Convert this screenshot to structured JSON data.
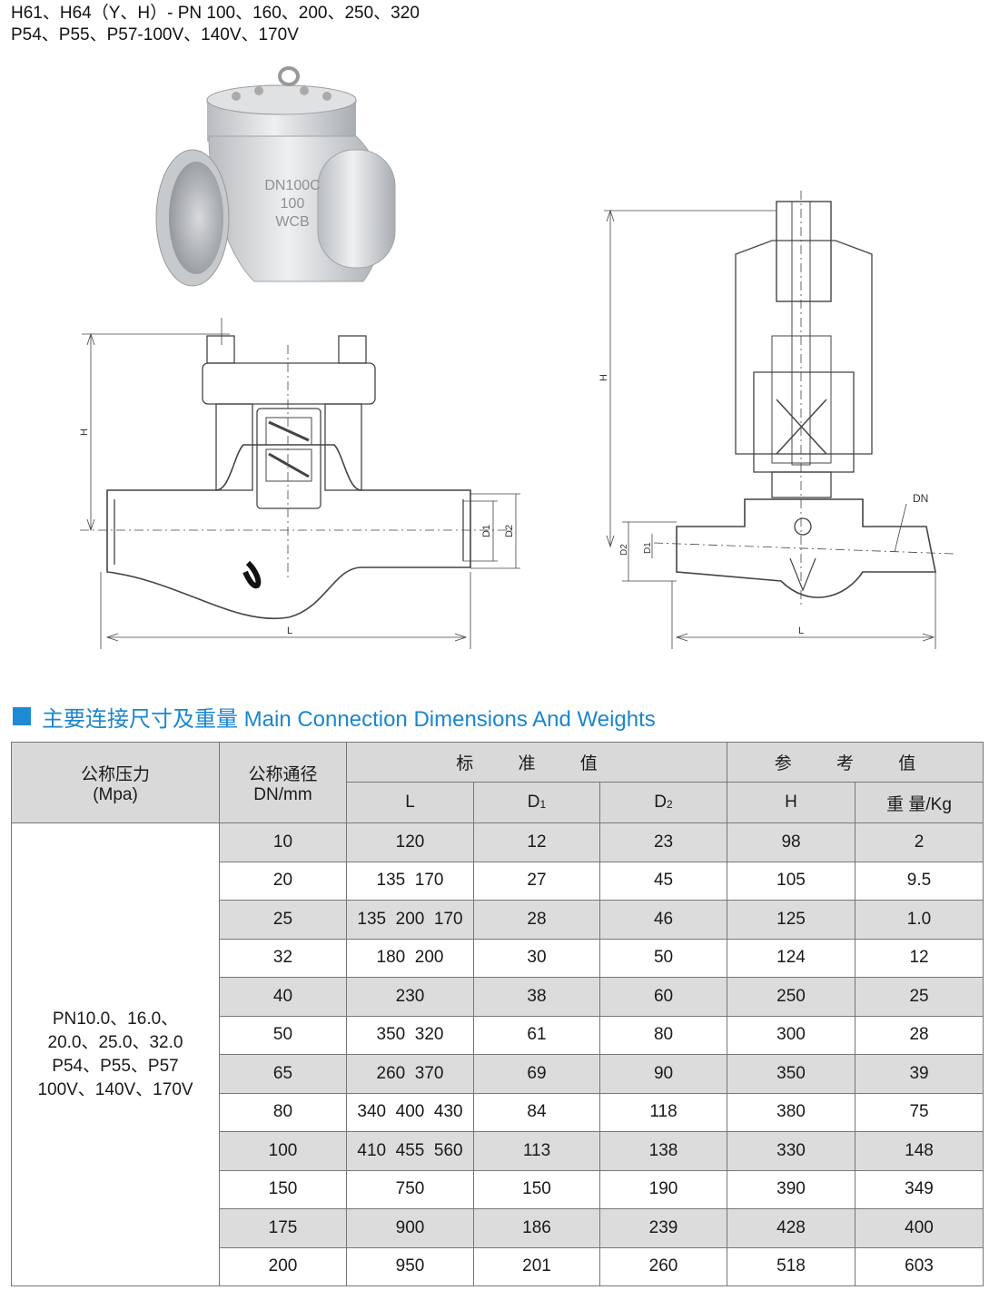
{
  "header": {
    "line1": "H61、H64（Y、H）- PN 100、160、200、250、320",
    "line2": "P54、P55、P57-100V、140V、170V"
  },
  "photo": {
    "casting": {
      "line1": "DN100C",
      "line2": "100",
      "line3": "WCB"
    }
  },
  "drawings": {
    "left": {
      "h": "H",
      "d1": "D1",
      "d2": "D2",
      "l": "L"
    },
    "right": {
      "h": "H",
      "dn": "DN",
      "d1": "D1",
      "d2": "D2",
      "l": "L"
    }
  },
  "section": {
    "title": "主要连接尺寸及重量 Main Connection Dimensions And Weights",
    "accent": "#1e8ad6"
  },
  "table": {
    "col_pressure": "公称压力",
    "col_pressure_unit": "(Mpa)",
    "col_dn": "公称通径",
    "col_dn_unit": "DN/mm",
    "group_standard": "标 准 值",
    "group_reference": "参 考 值",
    "col_l": "L",
    "col_d1": "D",
    "col_d1_sub": "1",
    "col_d2": "D",
    "col_d2_sub": "2",
    "col_h": "H",
    "col_weight": "重 量/Kg",
    "pressure_lines": [
      "PN10.0、16.0、",
      "20.0、25.0、32.0",
      "P54、P55、P57",
      "100V、140V、170V"
    ],
    "rows": [
      {
        "dn": "10",
        "l": "120",
        "d1": "12",
        "d2": "23",
        "h": "98",
        "w": "2"
      },
      {
        "dn": "20",
        "l": "135  170",
        "d1": "27",
        "d2": "45",
        "h": "105",
        "w": "9.5"
      },
      {
        "dn": "25",
        "l": "135  200  170",
        "d1": "28",
        "d2": "46",
        "h": "125",
        "w": "1.0"
      },
      {
        "dn": "32",
        "l": "180  200",
        "d1": "30",
        "d2": "50",
        "h": "124",
        "w": "12"
      },
      {
        "dn": "40",
        "l": "230",
        "d1": "38",
        "d2": "60",
        "h": "250",
        "w": "25"
      },
      {
        "dn": "50",
        "l": "350  320",
        "d1": "61",
        "d2": "80",
        "h": "300",
        "w": "28"
      },
      {
        "dn": "65",
        "l": "260  370",
        "d1": "69",
        "d2": "90",
        "h": "350",
        "w": "39"
      },
      {
        "dn": "80",
        "l": "340  400  430",
        "d1": "84",
        "d2": "118",
        "h": "380",
        "w": "75"
      },
      {
        "dn": "100",
        "l": "410  455  560",
        "d1": "113",
        "d2": "138",
        "h": "330",
        "w": "148"
      },
      {
        "dn": "150",
        "l": "750",
        "d1": "150",
        "d2": "190",
        "h": "390",
        "w": "349"
      },
      {
        "dn": "175",
        "l": "900",
        "d1": "186",
        "d2": "239",
        "h": "428",
        "w": "400"
      },
      {
        "dn": "200",
        "l": "950",
        "d1": "201",
        "d2": "260",
        "h": "518",
        "w": "603"
      }
    ]
  }
}
